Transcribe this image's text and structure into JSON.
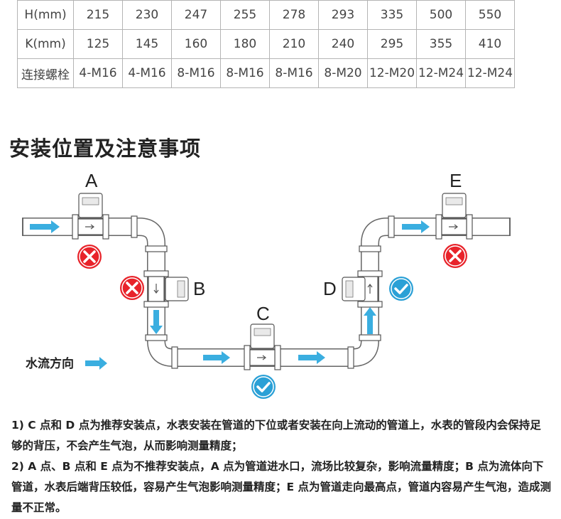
{
  "table": {
    "rows": [
      {
        "label": "H(mm)",
        "values": [
          "215",
          "230",
          "247",
          "255",
          "278",
          "293",
          "335",
          "500",
          "550"
        ]
      },
      {
        "label": "K(mm)",
        "values": [
          "125",
          "145",
          "160",
          "180",
          "210",
          "240",
          "295",
          "355",
          "410"
        ]
      },
      {
        "label": "连接螺栓",
        "values": [
          "4-M16",
          "4-M16",
          "8-M16",
          "8-M16",
          "8-M16",
          "8-M20",
          "12-M20",
          "12-M24",
          "12-M24"
        ]
      }
    ]
  },
  "section_title": "安装位置及注意事项",
  "diagram": {
    "points": {
      "a": "A",
      "b": "B",
      "c": "C",
      "d": "D",
      "e": "E"
    },
    "legend_label": "水流方向",
    "colors": {
      "arrow": "#3aaee0",
      "bad": "#e8232a",
      "good": "#2aa0d6",
      "pipe_stroke": "#555555"
    }
  },
  "notes": {
    "line1": "1) C 点和 D 点为推荐安装点，水表安装在管道的下位或者安装在向上流动的管道上，水表的管段内会保持足够的背压，不会产生气泡，从而影响测量精度；",
    "line2": "2) A 点、B 点和 E 点为不推荐安装点，A 点为管道进水口，流场比较复杂，影响流量精度；B 点为流体向下管道，水表后端背压较低，容易产生气泡影响测量精度；E 点为管道走向最高点，管道内容易产生气泡，造成测量不正常。"
  }
}
